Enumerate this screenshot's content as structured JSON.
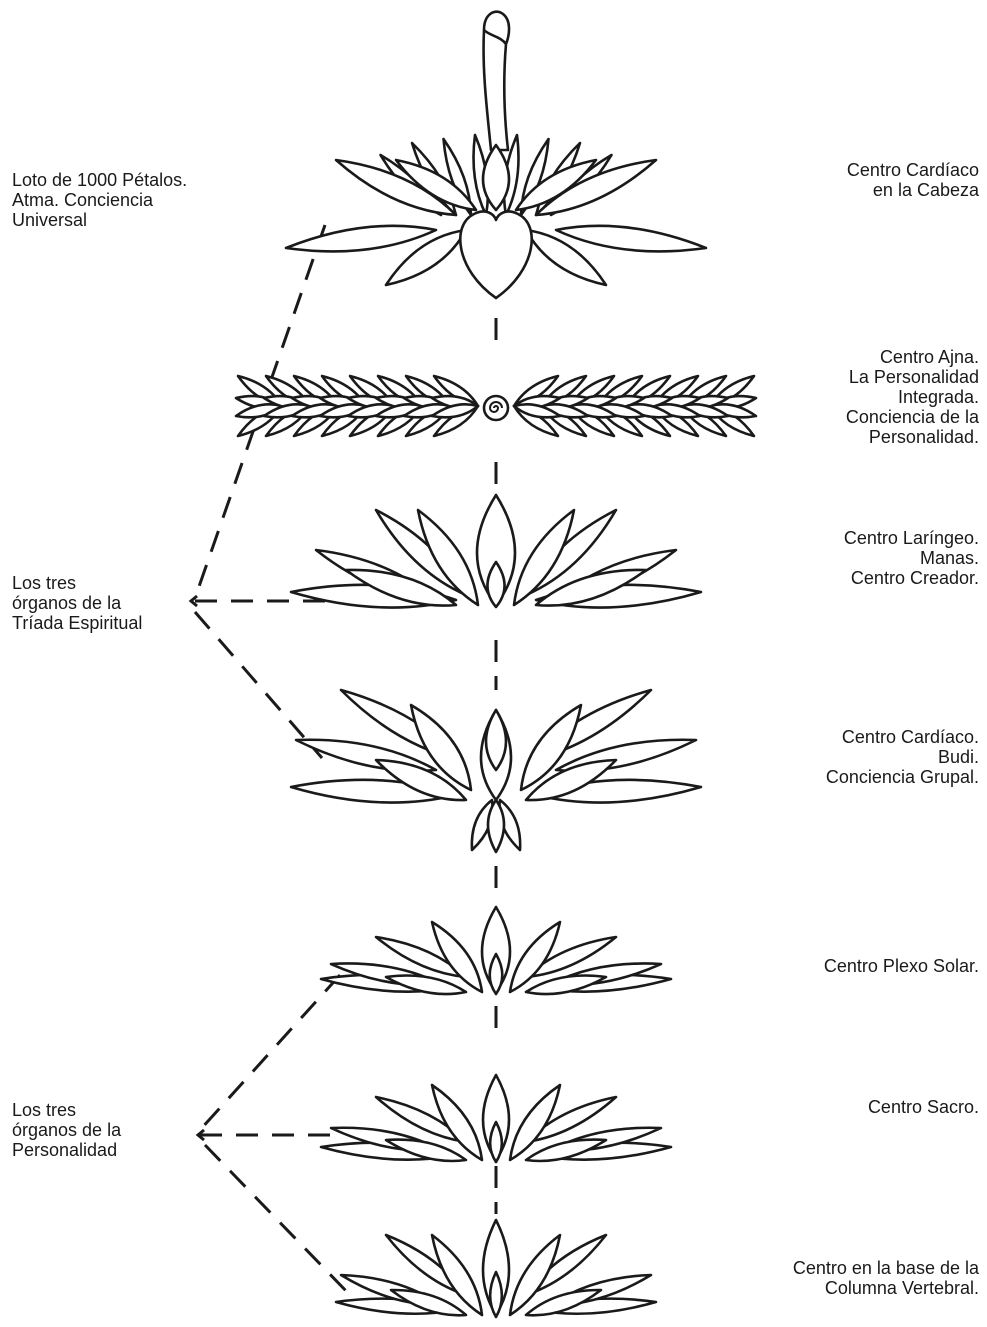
{
  "figure": {
    "left_labels": [
      {
        "id": "thousand",
        "text": "Loto de 1000 Pétalos.\nAtma. Conciencia\nUniversal"
      },
      {
        "id": "triad",
        "text": "Los tres\nórganos de la\nTríada Espiritual"
      },
      {
        "id": "personality",
        "text": "Los tres\nórganos de la\nPersonalidad"
      }
    ],
    "centers": [
      {
        "id": "head",
        "text": "Centro Cardíaco\nen la Cabeza"
      },
      {
        "id": "ajna",
        "text": "Centro Ajna.\nLa Personalidad\nIntegrada.\nConciencia de la\nPersonalidad."
      },
      {
        "id": "throat",
        "text": "Centro Laríngeo.\nManas.\nCentro Creador."
      },
      {
        "id": "heart",
        "text": "Centro Cardíaco.\nBudi.\nConciencia Grupal."
      },
      {
        "id": "solar",
        "text": "Centro Plexo Solar."
      },
      {
        "id": "sacral",
        "text": "Centro Sacro."
      },
      {
        "id": "base",
        "text": "Centro en la base de la\nColumna Vertebral."
      }
    ]
  },
  "colors": {
    "ink": "#1a1a1a",
    "paper": "#ffffff"
  }
}
